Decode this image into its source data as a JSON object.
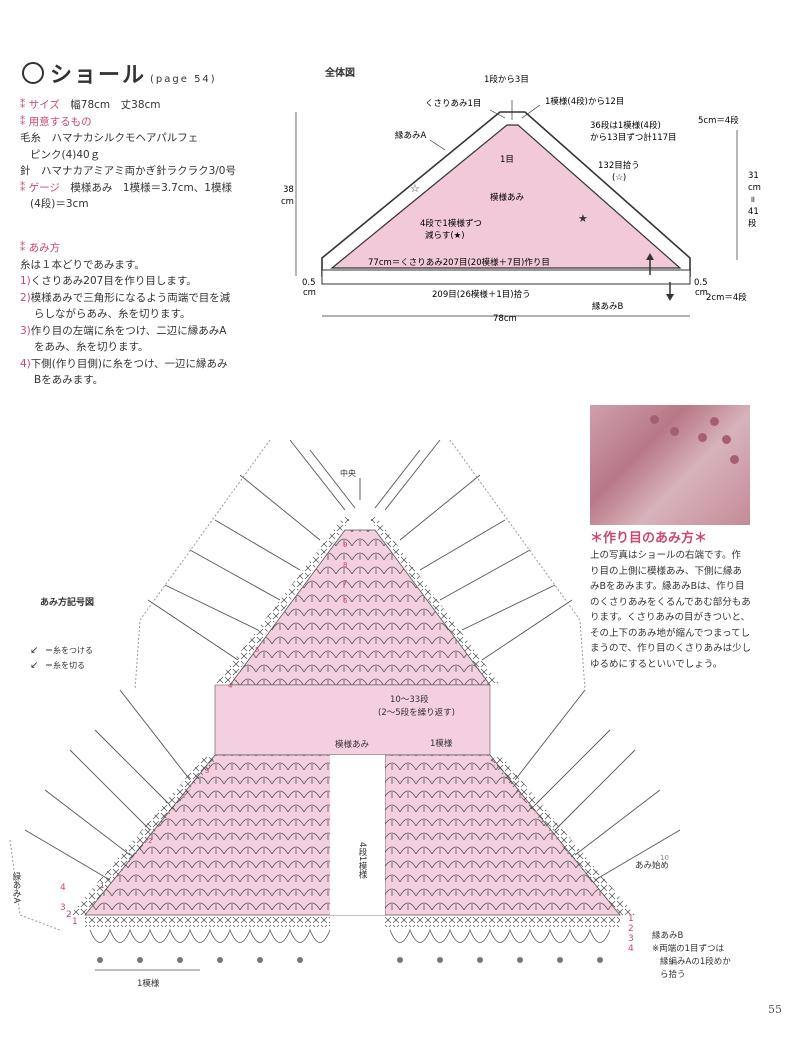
{
  "header": {
    "title": "ショール",
    "page_ref": "(page 54)"
  },
  "specs": {
    "size_label": "サイズ",
    "size_value": "幅78cm　丈38cm",
    "materials_label": "用意するもの",
    "yarn": "毛糸　ハマナカシルクモヘアパルフェ",
    "yarn_color": "ピンク(4)40ｇ",
    "needle": "針　ハマナカアミアミ両かぎ針ラクラク3/0号",
    "gauge_label": "ゲージ",
    "gauge_value": "模様あみ　1模様＝3.7cm、1模様",
    "gauge_value2": "(4段)＝3cm"
  },
  "method": {
    "label": "あみ方",
    "intro": "糸は１本どりであみます。",
    "steps": [
      {
        "n": "1)",
        "text": "くさりあみ207目を作り目します。"
      },
      {
        "n": "2)",
        "text": "模様あみで三角形になるよう両端で目を減"
      },
      {
        "n": "",
        "text": "らしながらあみ、糸を切ります。"
      },
      {
        "n": "3)",
        "text": "作り目の左端に糸をつけ、二辺に縁あみA"
      },
      {
        "n": "",
        "text": "をあみ、糸を切ります。"
      },
      {
        "n": "4)",
        "text": "下側(作り目側)に糸をつけ、一辺に縁あみ"
      },
      {
        "n": "",
        "text": "Bをあみます。"
      }
    ]
  },
  "overall": {
    "title": "全体図",
    "row1_from3": "1段から3目",
    "chain1": "くさりあみ1目",
    "pattern4_12": "1模様(4段)から12目",
    "edgeA": "縁あみA",
    "five_cm": "5cm＝4段",
    "one_st": "1目",
    "pick36": "36段は1模様(4段)",
    "pick36b": "から13目ずつ計117目",
    "pick132": "132目拾う",
    "star_open": "(☆)",
    "h38": "38",
    "cm": "cm",
    "main_pattern": "模様あみ",
    "dec1": "4段で1模様ずつ",
    "dec2": "減らす(★)",
    "r31": "31",
    "rcm": "cm",
    "req": "॥",
    "r41": "41",
    "rdan": "段",
    "chain_note": "77cm＝くさりあみ207目(20模様＋7目)作り目",
    "pick209": "209目(26模様＋1目)拾う",
    "edgeB": "縁あみB",
    "half_l": "0.5",
    "half_l2": "cm",
    "half_r": "0.5",
    "half_r2": "cm",
    "two_cm": "2cm＝4段",
    "w78": "78cm"
  },
  "chart": {
    "title": "あみ方記号図",
    "center": "中央",
    "attach": "＝糸をつける",
    "cut": "＝糸を切る",
    "rows_note": "10〜33段",
    "rows_note2": "(2〜5段を繰り返す)",
    "pattern_label": "模様あみ",
    "one_pattern": "1模様",
    "four_rows": "4段1模様",
    "start": "あみ始め",
    "edgeA_v": "縁あみA",
    "edgeB": "縁あみB",
    "edgeB_note1": "※両端の1目ずつは",
    "edgeB_note2": "縁編みAの1段めか",
    "edgeB_note3": "ら拾う",
    "bottom_pattern": "1模様",
    "row_nums_left": [
      "4",
      "3",
      "2",
      "1"
    ],
    "row_nums_right": [
      "1",
      "2",
      "3",
      "4"
    ],
    "row_marks": [
      "9",
      "8",
      "7",
      "6",
      "5",
      "4",
      "3",
      "2",
      "1",
      "10"
    ]
  },
  "photo": {
    "subtitle": "＊作り目のあみ方＊",
    "lines": [
      "上の写真はショールの右端です。作",
      "り目の上側に模様あみ、下側に縁あ",
      "みBをあみます。縁あみBは、作り目",
      "のくさりあみをくるんであむ部分もあ",
      "ります。くさりあみの目がきついと、",
      "その上下のあみ地が縮んでつまってし",
      "まうので、作り目のくさりあみは少し",
      "ゆるめにするといいでしょう。"
    ]
  },
  "footer": {
    "page": "55"
  },
  "colors": {
    "accent": "#c94a6e",
    "pink_fill": "#f2c9d9",
    "chart_fill": "#f4cfdf"
  }
}
